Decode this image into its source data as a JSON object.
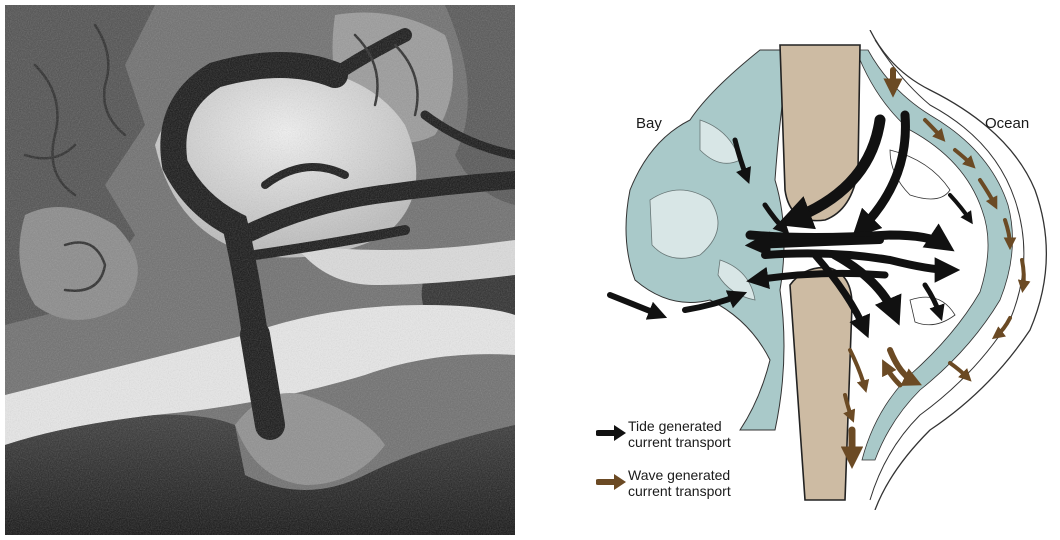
{
  "photo": {
    "icon": "aerial-photo-tidal-inlet"
  },
  "diagram": {
    "labels": {
      "bay": "Bay",
      "ocean": "Ocean"
    },
    "colors": {
      "barrier_sand": "#cdbba3",
      "shoal_teal": "#a9c9c9",
      "tide_arrow": "#111111",
      "wave_arrow": "#6b4a24"
    },
    "legend": [
      {
        "key": "tide",
        "line1": "Tide generated",
        "line2": "current transport"
      },
      {
        "key": "wave",
        "line1": "Wave generated",
        "line2": "current transport"
      }
    ]
  }
}
